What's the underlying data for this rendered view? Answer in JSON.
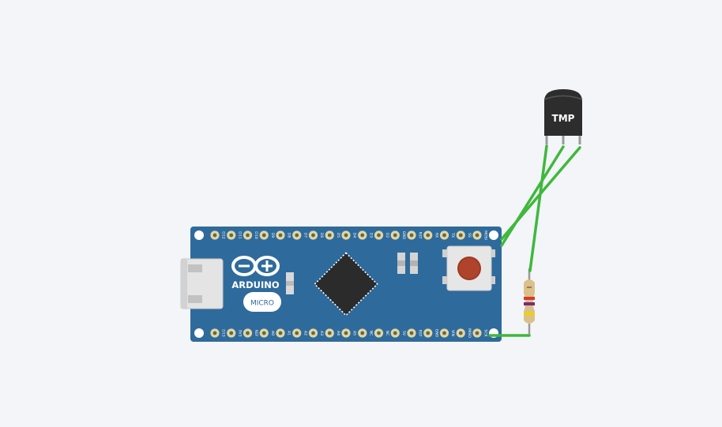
{
  "board": {
    "brand_label": "ARDUINO",
    "model_label": "MICRO",
    "top_pin_labels": [
      "D12",
      "D11",
      "D10",
      "D9",
      "D8",
      "D7",
      "D6",
      "D5",
      "D4",
      "D3",
      "D2",
      "GND",
      "RST",
      "RX",
      "TX",
      "SS",
      "MOSI"
    ],
    "bottom_pin_labels": [
      "D13",
      "3V3",
      "REF",
      "A0",
      "A1",
      "A2",
      "A3",
      "A4",
      "A5",
      "NC",
      "NC",
      "5V",
      "RST",
      "GND",
      "VIN",
      "MISO",
      "SCK"
    ],
    "board_color": "#2f6a9c",
    "pad_color": "#dfd7a4"
  },
  "sensor": {
    "label": "TMP",
    "body_color": "#2d2d2d"
  },
  "resistor": {
    "band_colors": [
      "#d63a2e",
      "#7a2a7a",
      "#e8d21c"
    ]
  },
  "wires": {
    "color": "#3fb83c"
  }
}
